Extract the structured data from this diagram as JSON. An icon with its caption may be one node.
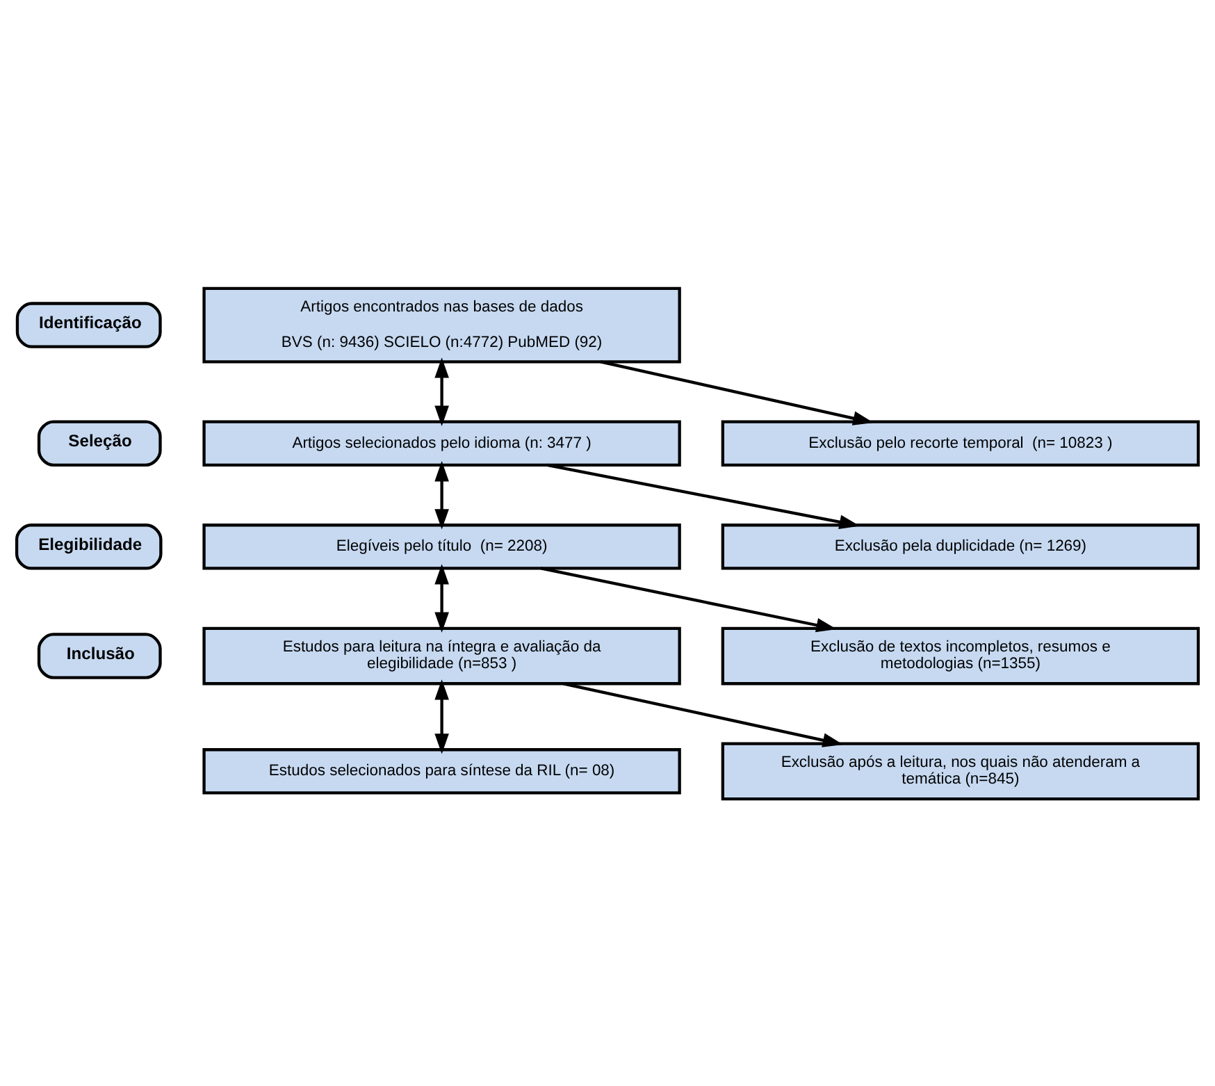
{
  "diagram": {
    "nodes": [
      {
        "text": [
          "Identificação"
        ]
      },
      {
        "text": [
          "Artigos encontrados nas bases de dados",
          "BVS (n: 9436) SCIELO (n:4772) PubMED (92)"
        ]
      },
      {
        "text": [
          "Exclusão pelo recorte temporal  (n= 10823 )"
        ]
      },
      {
        "text": [
          "Seleção"
        ]
      },
      {
        "text": [
          "Artigos selecionados pelo idioma (n: 3477 )"
        ]
      },
      {
        "text": [
          "Exclusão pela duplicidade (n= 1269)"
        ]
      },
      {
        "text": [
          "Elegibilidade"
        ]
      },
      {
        "text": [
          "Elegíveis pelo título  (n= 2208)"
        ]
      },
      {
        "text": [
          "Exclusão de textos incompletos, resumos e metodologias (n=1355)"
        ]
      },
      {
        "text": [
          "Estudos para leitura na íntegra e avaliação da elegibilidade (n=853 )"
        ]
      },
      {
        "text": [
          "Inclusão"
        ]
      },
      {
        "text": [
          "Exclusão após a leitura, nos quais não atenderam a temática (n=845)"
        ]
      },
      {
        "text": [
          "Estudos selecionados para síntese da RIL (n= 08)"
        ]
      }
    ],
    "edges": [
      {
        "from": 1,
        "to": 2,
        "arrow": "to"
      },
      {
        "from": 1,
        "to": 4,
        "arrow": "both"
      },
      {
        "from": 4,
        "to": 5,
        "arrow": "to"
      },
      {
        "from": 4,
        "to": 7,
        "arrow": "both"
      },
      {
        "from": 7,
        "to": 8,
        "arrow": "to"
      },
      {
        "from": 7,
        "to": 9,
        "arrow": "both"
      },
      {
        "from": 9,
        "to": 11,
        "arrow": "to"
      },
      {
        "from": 9,
        "to": 12,
        "arrow": "both"
      }
    ]
  }
}
